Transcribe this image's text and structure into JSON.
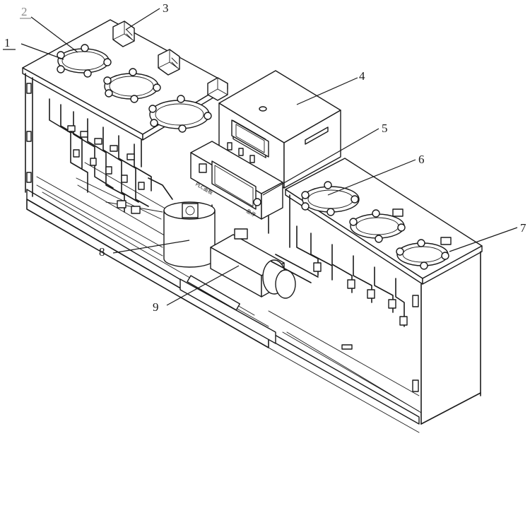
{
  "callouts": {
    "c1": "1",
    "c2": "2",
    "c3": "3",
    "c4": "4",
    "c5": "5",
    "c6": "6",
    "c7": "7",
    "c8": "8",
    "c9": "9"
  },
  "panel_labels": {
    "left_panel_text": "PLC面板",
    "knob_text": "急停"
  }
}
